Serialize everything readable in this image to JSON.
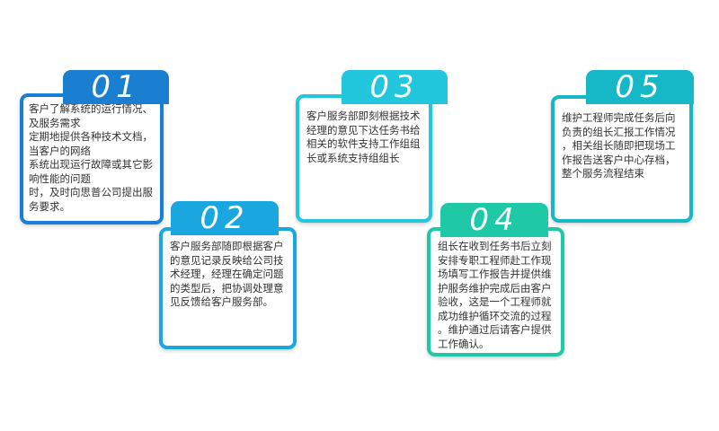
{
  "colors": {
    "step1": "#1a7fd1",
    "step2": "#1aa6df",
    "step3": "#22c7de",
    "step4": "#1fc9a8",
    "step5": "#16b7c7"
  },
  "steps": [
    {
      "number": "01",
      "text": "客户了解系统的运行情况、\n及服务需求\n定期地提供各种技术文档，\n当客户的网络\n系统出现运行故障或其它影\n响性能的问题\n时，及时向思普公司提出服\n务要求。"
    },
    {
      "number": "02",
      "text": "客户服务部随即根据客户\n的意见记录反映给公司技\n术经理，经理在确定问题\n的类型后，把协调处理意\n见反馈给客户服务部。"
    },
    {
      "number": "03",
      "text": "客户服务部即刻根据技术\n经理的意见下达任务书给\n相关的软件支持工作组组\n长或系统支持组组长"
    },
    {
      "number": "04",
      "text": "组长在收到任务书后立刻\n安排专职工程师赴工作现\n场填写工作报告并提供维\n护服务维护完成后由客户\n验收，这是一个工程师就\n成功维护循环交流的过程\n。维护通过后请客户提供\n工作确认。"
    },
    {
      "number": "05",
      "text": "维护工程师完成任务后向\n负责的组长汇报工作情况\n，相关组长随即把现场工\n作报告送客户中心存档，\n整个服务流程结束"
    }
  ]
}
